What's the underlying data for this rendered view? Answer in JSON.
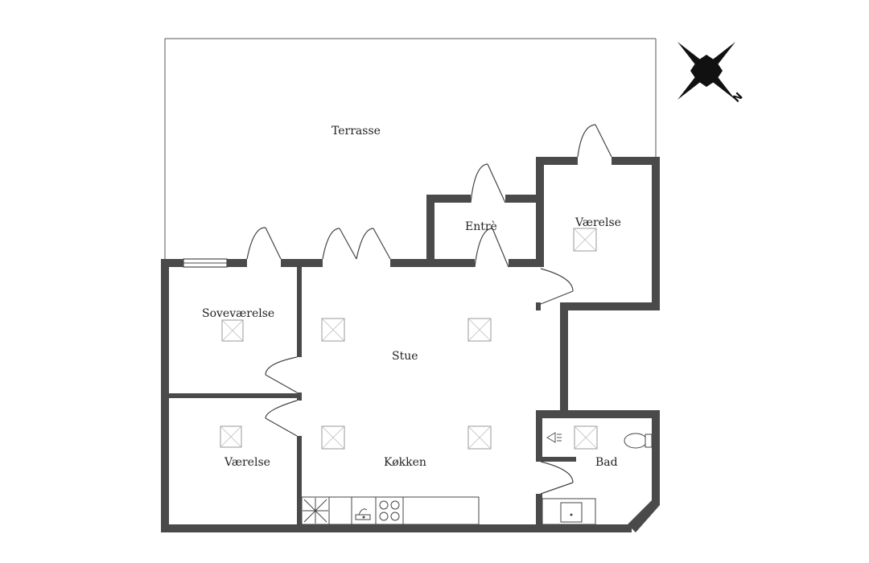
{
  "rooms": {
    "terrasse": "Terrasse",
    "entre": "Entrè",
    "vaerelse_ne": "Værelse",
    "sovevaerelse": "Soveværelse",
    "stue": "Stue",
    "vaerelse_sw": "Værelse",
    "kokken": "Køkken",
    "bad": "Bad"
  },
  "compass": {
    "north_letter": "N",
    "icon": "compass-rose-icon"
  },
  "colors": {
    "wall": "#4a4a4a",
    "background": "#ffffff",
    "text": "#222222"
  }
}
